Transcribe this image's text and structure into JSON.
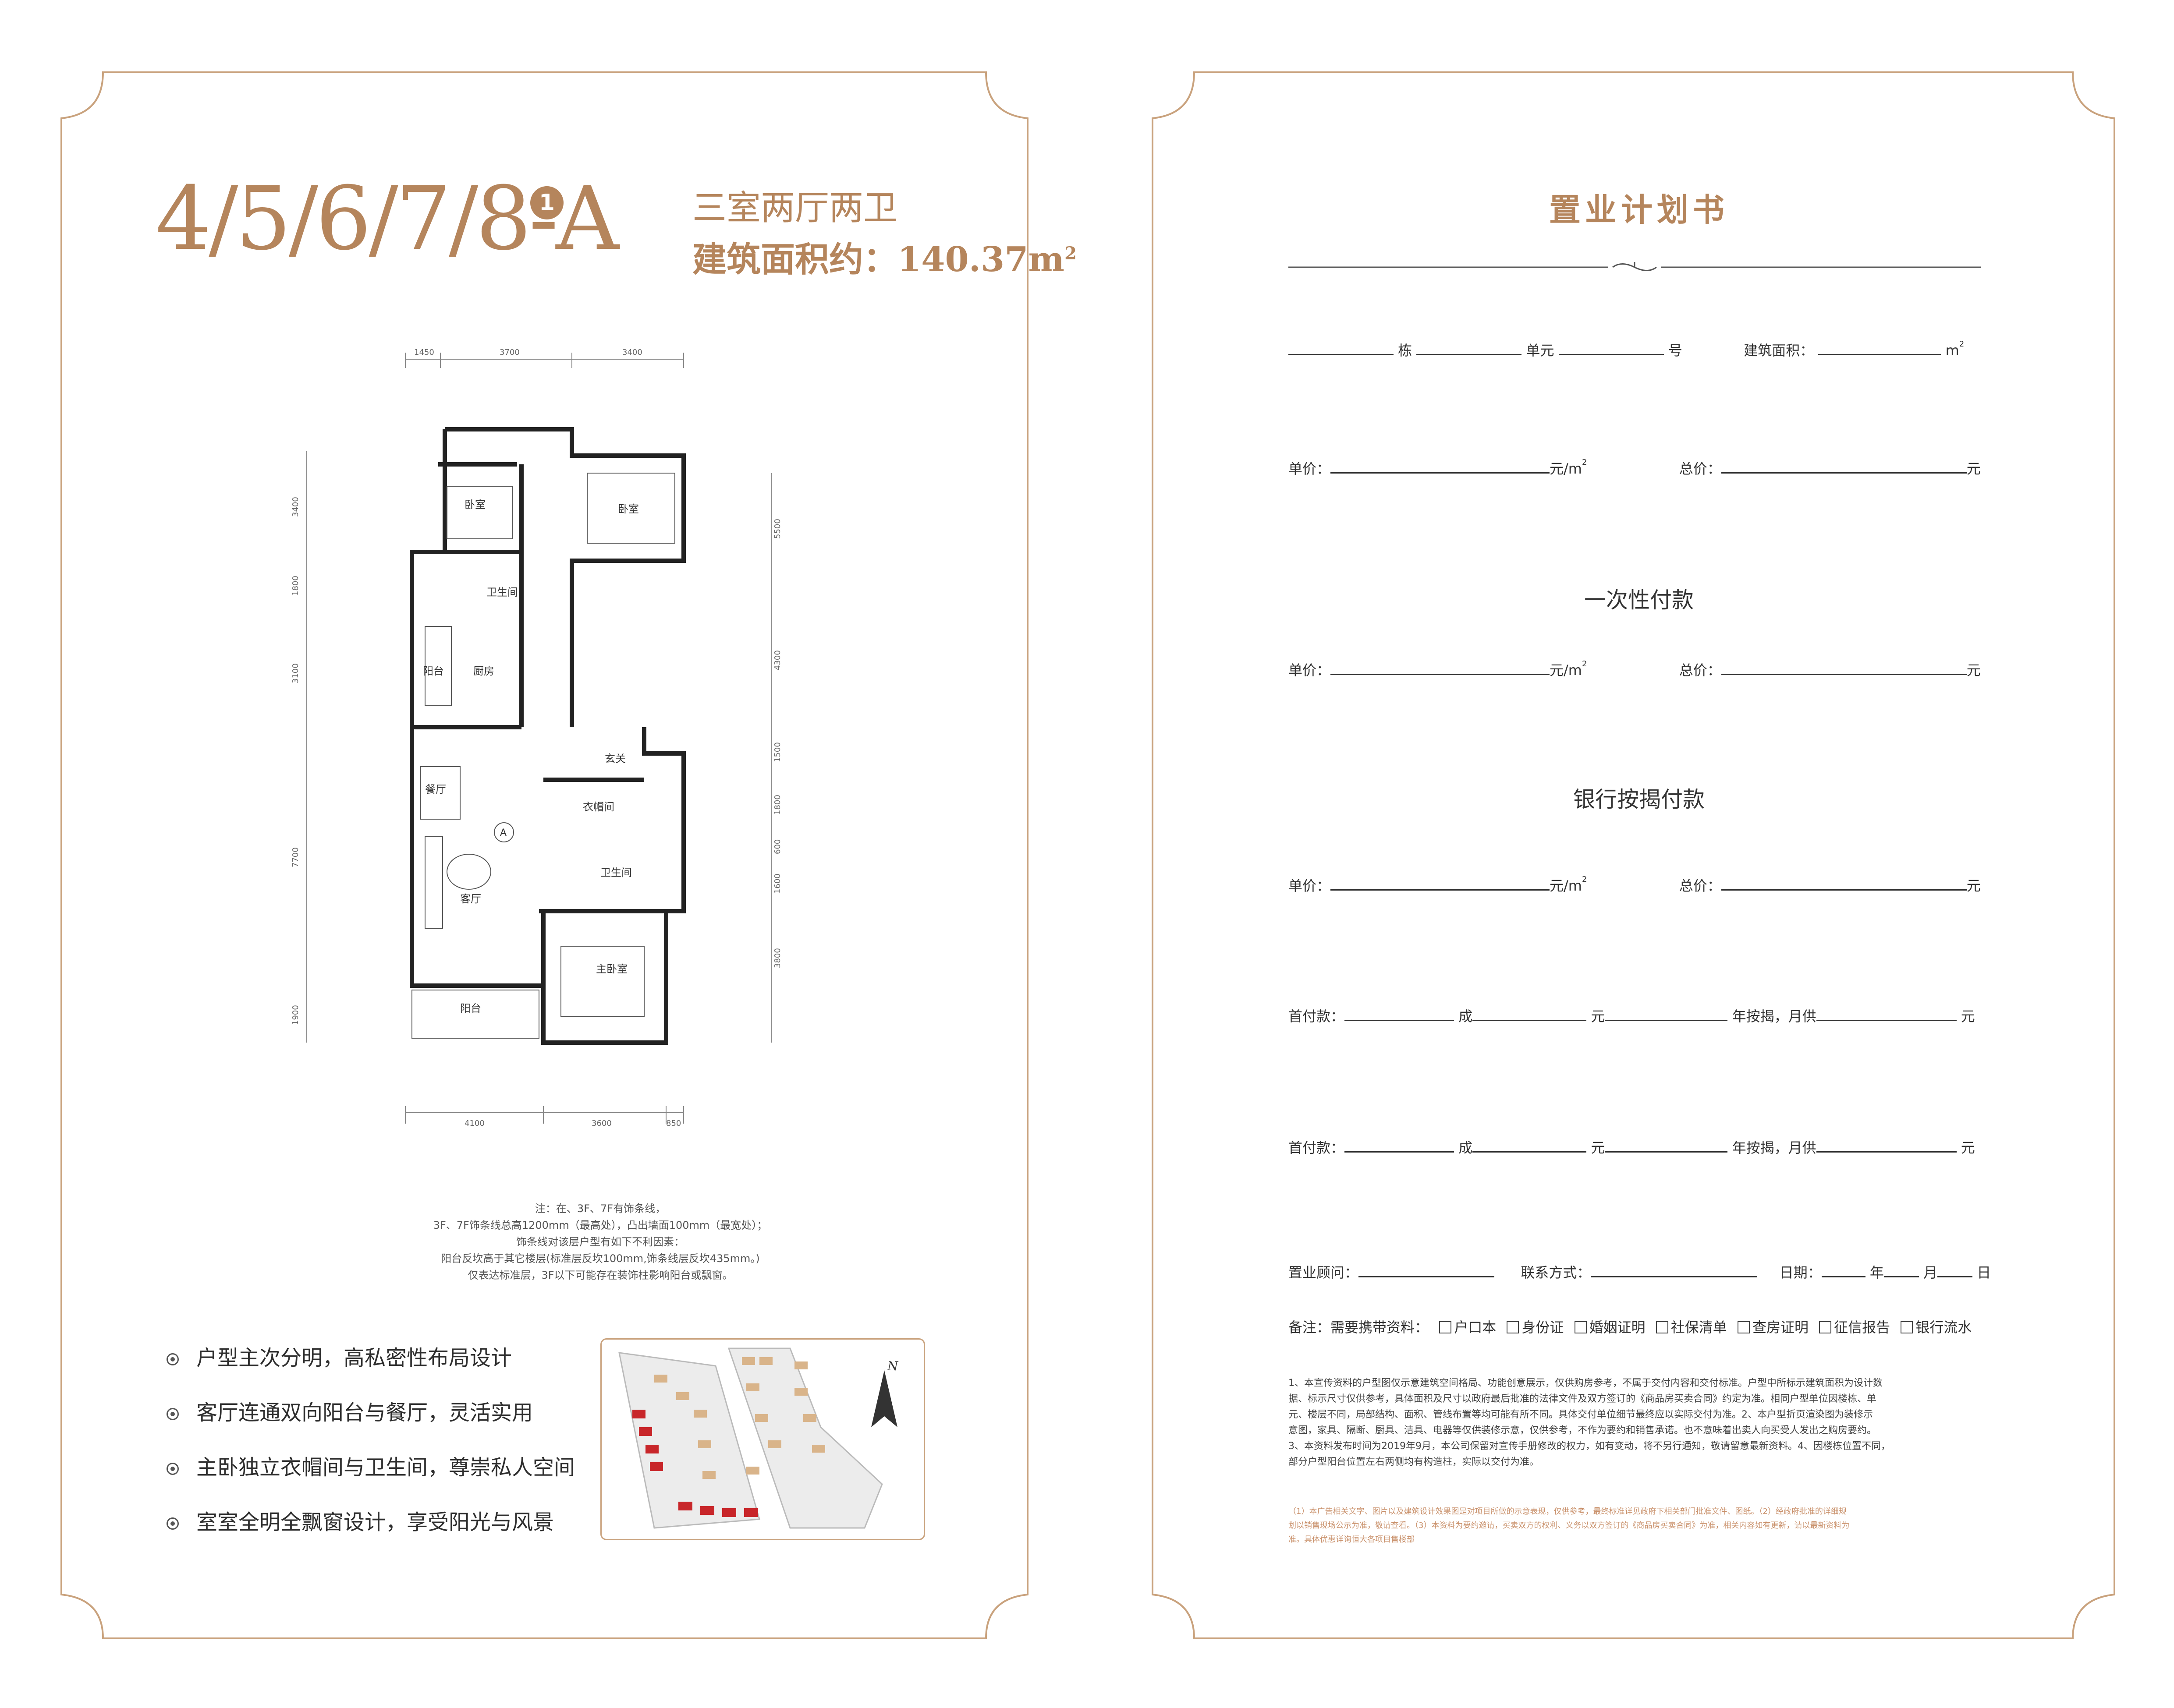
{
  "colors": {
    "accent": "#b5855c",
    "frame": "#c9a27d",
    "highlight": "#c8262a"
  },
  "left_page": {
    "plan_code": "4/5/6/7/8-A",
    "plan_badge": "1",
    "layout": "三室两厅两卫",
    "area_label": "建筑面积约：",
    "area_value": "140.37m",
    "area_sup": "2",
    "floor_plan": {
      "dims_top": [
        "1450",
        "3700",
        "3400"
      ],
      "dims_bottom": [
        "4100",
        "3600",
        "850"
      ],
      "dims_left": [
        "3400",
        "1800",
        "3100",
        "7700",
        "1900"
      ],
      "dims_right": [
        "5500",
        "4300",
        "1500",
        "1800",
        "600",
        "1600",
        "3800"
      ],
      "rooms": [
        "卧室",
        "卧室",
        "卫生间",
        "阳台",
        "厨房",
        "玄关",
        "餐厅",
        "衣帽间",
        "卫生间",
        "客厅",
        "主卧室",
        "阳台"
      ],
      "marker": "A"
    },
    "notes": [
      "注：在、3F、7F有饰条线，",
      "3F、7F饰条线总高1200mm（最高处），凸出墙面100mm（最宽处）；",
      "饰条线对该层户型有如下不利因素：",
      "阳台反坎高于其它楼层(标准层反坎100mm,饰条线层反坎435mm。)",
      "仅表达标准层，3F以下可能存在装饰柱影响阳台或飘窗。"
    ],
    "features": [
      "户型主次分明，高私密性布局设计",
      "客厅连通双向阳台与餐厅，灵活实用",
      "主卧独立衣帽间与卫生间，尊崇私人空间",
      "室室全明全飘窗设计，享受阳光与风景"
    ],
    "site_map": {
      "north_label": "N",
      "icon": "compass-north-icon"
    }
  },
  "right_page": {
    "title": "置业计划书",
    "unit_row": {
      "building": "栋",
      "unit": "单元",
      "number": "号",
      "area_label": "建筑面积：",
      "area_unit": "m",
      "area_sup": "2"
    },
    "price_row": {
      "unit_price": "单价：",
      "unit_suffix": "元/m",
      "sup": "2",
      "total_price": "总价：",
      "total_suffix": "元"
    },
    "section_one_time": "一次性付款",
    "section_mortgage": "银行按揭付款",
    "down_payment_row": {
      "label": "首付款：",
      "cheng": "成",
      "yuan": "元",
      "mortgage": "年按揭，月供",
      "end": "元"
    },
    "consultant_row": {
      "consultant": "置业顾问：",
      "contact": "联系方式：",
      "date": "日期：",
      "year": "年",
      "month": "月",
      "day": "日"
    },
    "remarks": {
      "label": "备注：需要携带资料：",
      "items": [
        "户口本",
        "身份证",
        "婚姻证明",
        "社保清单",
        "查房证明",
        "征信报告",
        "银行流水"
      ]
    },
    "disclaimer": [
      "1、本宣传资料的户型图仅示意建筑空间格局、功能创意展示，仅供购房参考，不属于交付内容和交付标准。户型中所标示建筑面积为设计数",
      "据、标示尺寸仅供参考，具体面积及尺寸以政府最后批准的法律文件及双方签订的《商品房买卖合同》约定为准。相同户型单位因楼栋、单",
      "元、楼层不同，局部结构、面积、管线布置等均可能有所不同。具体交付单位细节最终应以实际交付为准。2、本户型折页渲染图为装修示",
      "意图，家具、隔断、厨具、洁具、电器等仅供装修示意，仅供参考，不作为要约和销售承诺。也不意味着出卖人向买受人发出之购房要约。",
      "3、本资料发布时间为2019年9月，本公司保留对宣传手册修改的权力，如有变动，将不另行通知，敬请留意最新资料。4、因楼栋位置不同，",
      "部分户型阳台位置左右两侧均有构造柱，实际以交付为准。"
    ],
    "disclaimer_small": [
      "（1）本广告相关文字、图片以及建筑设计效果图是对项目所做的示意表现，仅供参考，最终标准详见政府下相关部门批准文件、图纸。（2）经政府批准的详细规",
      "划以销售现场公示为准，敬请查看。（3）本资料为要约邀请，买卖双方的权利、义务以双方签订的《商品房买卖合同》为准，相关内容如有更新，请以最新资料为",
      "准。具体优惠详询恒大各项目售楼部"
    ]
  }
}
